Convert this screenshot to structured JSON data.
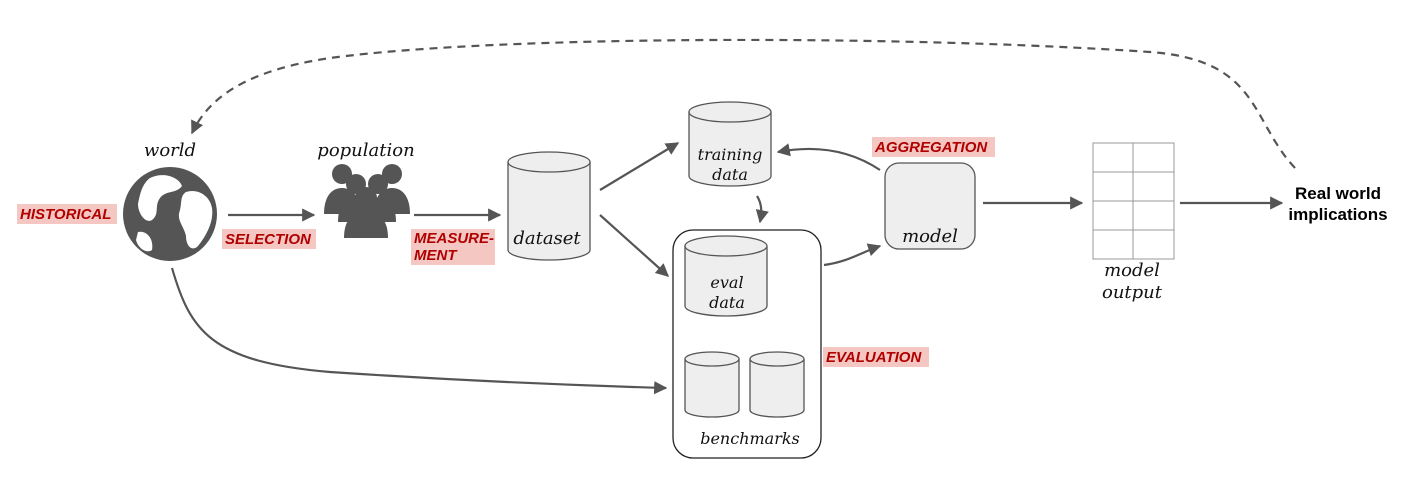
{
  "nodes": {
    "world": "world",
    "population": "population",
    "dataset": "dataset",
    "training_data_line1": "training",
    "training_data_line2": "data",
    "eval_data_line1": "eval",
    "eval_data_line2": "data",
    "benchmarks": "benchmarks",
    "model": "model",
    "model_output_line1": "model",
    "model_output_line2": "output",
    "real_world_line1": "Real world",
    "real_world_line2": "implications"
  },
  "bias_tags": {
    "historical": "HISTORICAL",
    "selection": "SELECTION",
    "measurement_line1": "MEASURE-",
    "measurement_line2": "MENT",
    "aggregation": "AGGREGATION",
    "evaluation": "EVALUATION"
  },
  "icons": {
    "world": "globe-icon",
    "population": "people-group-icon",
    "model_output": "table-grid-icon"
  },
  "colors": {
    "tag_text": "#b00000",
    "tag_background": "#f4c7c3",
    "arrow": "#555555",
    "icon": "#555555"
  }
}
